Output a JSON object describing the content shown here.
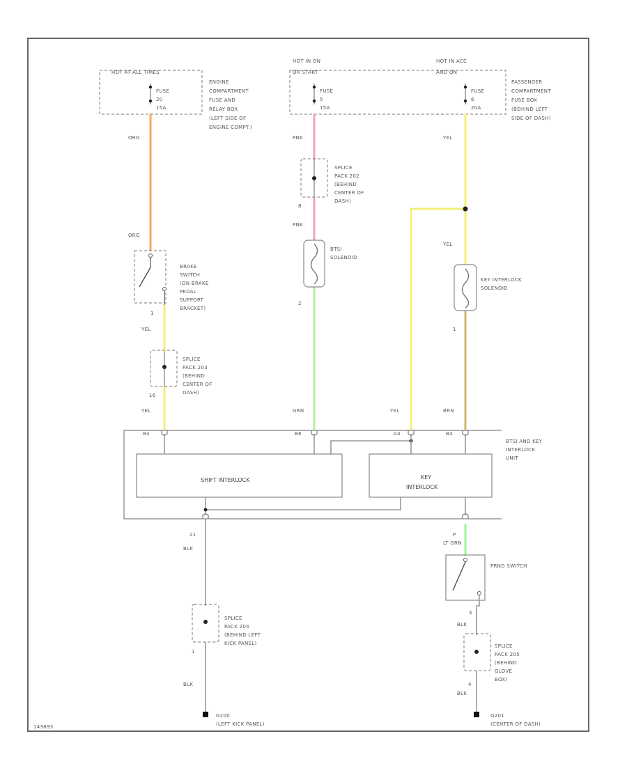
{
  "colors": {
    "ORG": "#f7a860",
    "PNK": "#f6a0b0",
    "YEL": "#f4f07a",
    "GRN": "#b6f0a0",
    "BRN": "#d3b66c",
    "LT_GRN": "#9ef59a",
    "BLK": "#888888",
    "frame": "#666666"
  },
  "power": {
    "hot_at_all_times": "HOT AT ALL TIMES",
    "hot_run_start_1": "HOT IN ON",
    "hot_run_start_2": "OR START",
    "hot_run_acc_1": "HOT IN ACC",
    "hot_run_acc_2": "AND ON"
  },
  "fuses": {
    "f1": [
      "FUSE",
      "20",
      "15A"
    ],
    "f2": [
      "FUSE",
      "5",
      "15A"
    ],
    "f3": [
      "FUSE",
      "6",
      "20A"
    ]
  },
  "boxes": {
    "engine_compartment": [
      "ENGINE",
      "COMPARTMENT",
      "FUSE AND",
      "RELAY BOX",
      "(LEFT SIDE OF",
      "ENGINE COMPT.)"
    ],
    "passenger_compartment": [
      "PASSENGER",
      "COMPARTMENT",
      "FUSE BOX",
      "(BEHIND LEFT",
      "SIDE OF DASH)"
    ]
  },
  "wires": {
    "org_top": "ORG",
    "org_bottom": "ORG",
    "pnk_top": "PNK",
    "pnk_pin": "8",
    "pnk_bottom": "PNK",
    "yel_right_top": "YEL",
    "yel_right_mid": "YEL",
    "yel_left_pin": "1",
    "yel_left": "YEL",
    "yel_left_pin2": "16",
    "yel_left_bottom": "YEL",
    "grn_pin": "2",
    "grn": "GRN",
    "yel_mid": "YEL",
    "brn_pin": "1",
    "brn": "BRN",
    "blk_left_pin": "21",
    "blk_left": "BLK",
    "blk_left_pin2": "1",
    "blk_left_bottom": "BLK",
    "ltgrn_pin": "P",
    "ltgrn": "LT GRN",
    "blk_right_pin": "4",
    "blk_right": "BLK",
    "blk_right_pin2": "4",
    "blk_right_bottom": "BLK"
  },
  "components": {
    "splice_202": [
      "SPLICE",
      "PACK 202",
      "(BEHIND",
      "CENTER OF",
      "DASH)"
    ],
    "btsi_solenoid": [
      "BTSI",
      "SOLENOID"
    ],
    "brake_switch": [
      "BRAKE",
      "SWITCH",
      "(ON BRAKE",
      "PEDAL",
      "SUPPORT",
      "BRACKET)"
    ],
    "key_interlock_solenoid": [
      "KEY INTERLOCK",
      "SOLENOID"
    ],
    "splice_203": [
      "SPLICE",
      "PACK 203",
      "(BEHIND",
      "CENTER OF",
      "DASH)"
    ],
    "btsi_unit": [
      "BTSI AND KEY",
      "INTERLOCK",
      "UNIT"
    ],
    "shift_interlock": "SHIFT INTERLOCK",
    "key_interlock_1": "KEY",
    "key_interlock_2": "INTERLOCK",
    "prnd_switch": "PRND SWITCH",
    "splice_204": [
      "SPLICE",
      "PACK 204",
      "(BEHIND LEFT",
      "KICK PANEL)"
    ],
    "splice_205": [
      "SPLICE",
      "PACK 205",
      "(BEHIND",
      "GLOVE",
      "BOX)"
    ]
  },
  "connector_pins": {
    "p1": "B4",
    "p2": "B6",
    "p3": "A4",
    "p4": "B4"
  },
  "grounds": {
    "g1_id": "G200",
    "g1_loc": "(LEFT KICK PANEL)",
    "g2_id": "G201",
    "g2_loc": "(CENTER OF DASH)"
  },
  "footer": {
    "code": "143693"
  }
}
